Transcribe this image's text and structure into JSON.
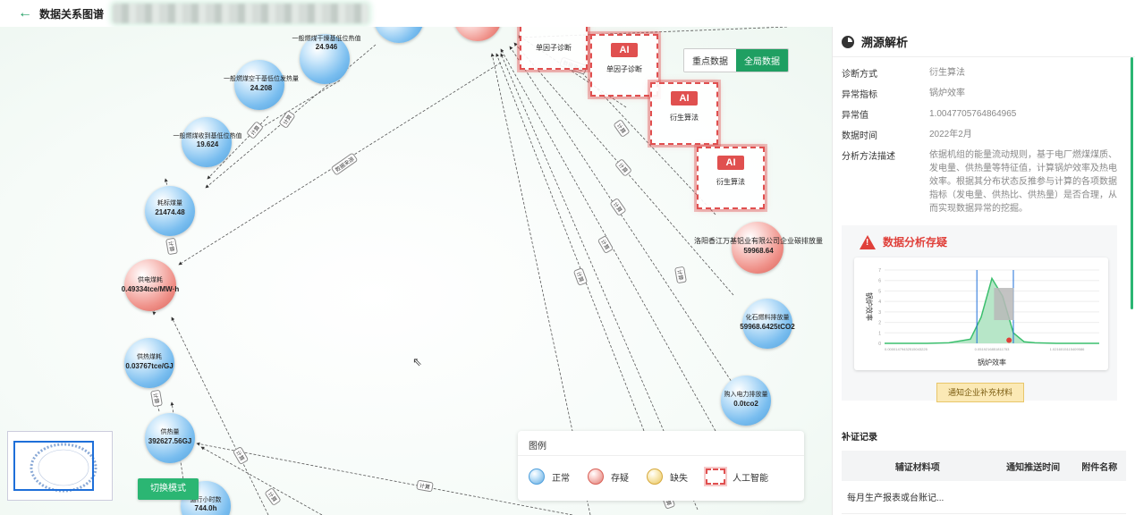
{
  "header": {
    "title": "数据关系图谱",
    "back_icon": "arrow-left-icon"
  },
  "view_toggle": {
    "key_data": "重点数据",
    "all_data": "全局数据",
    "active": "全局数据"
  },
  "nodes": {
    "n1": {
      "label": "一般燃煤干燥基低位热值",
      "value": "24.946"
    },
    "n2": {
      "label": "一般燃煤空干基低位发热量",
      "value": "24.208"
    },
    "n3": {
      "label": "一般燃煤收到基低位热值",
      "value": "19.624"
    },
    "n4": {
      "label": "耗标煤量",
      "value": "21474.48"
    },
    "n5": {
      "label": "供电煤耗",
      "value": "0.49334tce/MW·h"
    },
    "n6": {
      "label": "供热煤耗",
      "value": "0.03767tce/GJ"
    },
    "n7": {
      "label": "供热量",
      "value": "392627.56GJ"
    },
    "n8": {
      "label": "运行小时数",
      "value": "744.0h"
    },
    "n9": {
      "label": "洛阳香江万基铝业有限公司企业碳排放量",
      "value": "59968.64"
    },
    "n10": {
      "label": "化石燃料排放量",
      "value": "59968.6425tCO2"
    },
    "n11": {
      "label": "购入电力排放量",
      "value": "0.0tco2"
    }
  },
  "ai_boxes": [
    {
      "tag": "AI",
      "name": "单因子诊断"
    },
    {
      "tag": "AI",
      "name": "单因子诊断"
    },
    {
      "tag": "AI",
      "name": "衍生算法"
    },
    {
      "tag": "AI",
      "name": "衍生算法"
    }
  ],
  "edge_labels": [
    "计算",
    "计算",
    "计算",
    "计算",
    "数据来源",
    "计算",
    "计算",
    "计算",
    "计算",
    "计算",
    "计算",
    "计算",
    "计算",
    "计算",
    "数据来源",
    "计算",
    "计算"
  ],
  "legend": {
    "title": "图例",
    "items": [
      "正常",
      "存疑",
      "缺失",
      "人工智能"
    ]
  },
  "switch_mode": "切换模式",
  "panel": {
    "title": "溯源解析",
    "fields": [
      {
        "k": "诊断方式",
        "v": "衍生算法"
      },
      {
        "k": "异常指标",
        "v": "锅炉效率"
      },
      {
        "k": "异常值",
        "v": "1.0047705764864965"
      },
      {
        "k": "数据时间",
        "v": "2022年2月"
      },
      {
        "k": "分析方法描述",
        "v": "依据机组的能量流动规则，基于电厂燃煤煤质、发电量、供热量等特征值，计算锅炉效率及热电效率。根据其分布状态反推参与计算的各项数据指标（发电量、供热比、供热量）是否合理，从而实现数据异常的挖掘。"
      }
    ],
    "analysis_title": "数据分析存疑",
    "chart_data": {
      "type": "area",
      "xlabel": "锅炉效率",
      "ylabel": "锅炉效率",
      "x_ticks": [
        "0.00001479432515043225",
        "0.0519216851811753",
        "1.0216015115409586"
      ],
      "y_ticks": [
        "0",
        "1",
        "2",
        "3",
        "4",
        "5",
        "6",
        "7"
      ],
      "x": [
        0,
        0.1,
        0.2,
        0.3,
        0.4,
        0.45,
        0.5,
        0.55,
        0.6,
        0.65,
        0.7,
        0.8,
        0.9,
        1.0
      ],
      "values": [
        0,
        0,
        0,
        0.05,
        0.4,
        2.5,
        6.2,
        4.5,
        1.0,
        0.15,
        0.05,
        0,
        0,
        0
      ],
      "colors": {
        "line": "#3cbf6e",
        "fill": "#b7e6c8",
        "marker": "#1e6fd9",
        "point": "#e0403a"
      }
    },
    "notify_button": "通知企业补充材料",
    "evidence_title": "补证记录",
    "evidence_table": {
      "headers": [
        "辅证材料项",
        "通知推送时间",
        "附件名称"
      ],
      "rows": [
        [
          "每月生产报表或台账记...",
          "",
          ""
        ]
      ]
    }
  }
}
